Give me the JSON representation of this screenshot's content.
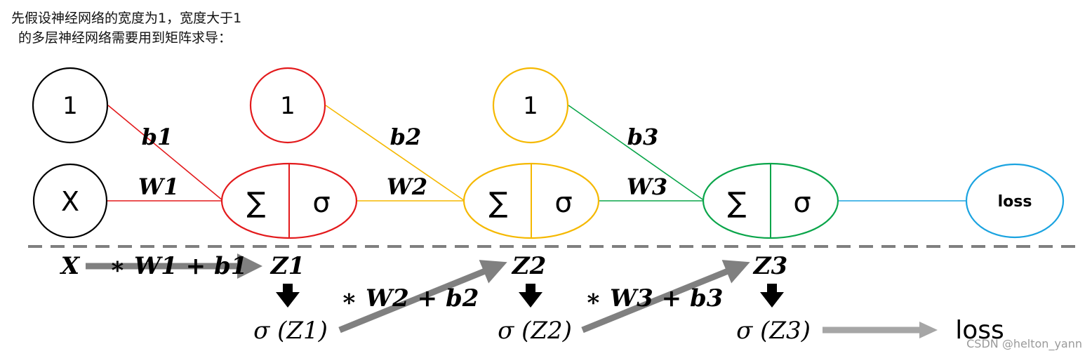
{
  "caption": {
    "line1": "先假设神经网络的宽度为1，宽度大于1",
    "line2": "的多层神经网络需要用到矩阵求导："
  },
  "nodes": {
    "bias1": "1",
    "bias2": "1",
    "bias3": "1",
    "input": "X",
    "sum_symbol": "∑",
    "sigma_symbol": "σ",
    "output": "loss"
  },
  "edge_labels": {
    "b1": "b1",
    "b2": "b2",
    "b3": "b3",
    "w1": "W1",
    "w2": "W2",
    "w3": "W3"
  },
  "flow": {
    "x": "X",
    "op1": "∗ W1 + b1",
    "z1": "Z1",
    "op2": "∗ W2 + b2",
    "z2": "Z2",
    "op3": "∗ W3 + b3",
    "z3": "Z3",
    "sig1": "σ (Z1)",
    "sig2": "σ (Z2)",
    "sig3": "σ (Z3)",
    "loss": "loss"
  },
  "colors": {
    "layer1": "#e31a1c",
    "layer2": "#f5b800",
    "layer3": "#0aa54a",
    "output": "#1aa3e0",
    "input": "#000000",
    "arrow": "#808080",
    "arrow_light": "#a6a6a6",
    "divider": "#7f7f7f"
  },
  "watermark": "CSDN @helton_yann"
}
